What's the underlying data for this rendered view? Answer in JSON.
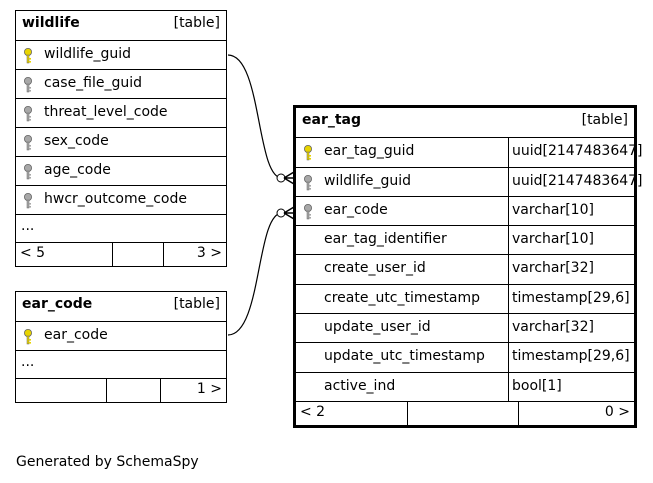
{
  "tables": {
    "wildlife": {
      "name": "wildlife",
      "kind": "[table]",
      "columns": [
        {
          "name": "wildlife_guid",
          "key": "primary"
        },
        {
          "name": "case_file_guid",
          "key": "foreign"
        },
        {
          "name": "threat_level_code",
          "key": "foreign"
        },
        {
          "name": "sex_code",
          "key": "foreign"
        },
        {
          "name": "age_code",
          "key": "foreign"
        },
        {
          "name": "hwcr_outcome_code",
          "key": "foreign"
        }
      ],
      "ellipsis": "...",
      "footer_left": "< 5",
      "footer_right": "3 >"
    },
    "ear_code": {
      "name": "ear_code",
      "kind": "[table]",
      "columns": [
        {
          "name": "ear_code",
          "key": "primary"
        }
      ],
      "ellipsis": "...",
      "footer_right": "1 >"
    },
    "ear_tag": {
      "name": "ear_tag",
      "kind": "[table]",
      "columns": [
        {
          "name": "ear_tag_guid",
          "type": "uuid[2147483647]",
          "key": "primary"
        },
        {
          "name": "wildlife_guid",
          "type": "uuid[2147483647]",
          "key": "foreign"
        },
        {
          "name": "ear_code",
          "type": "varchar[10]",
          "key": "foreign"
        },
        {
          "name": "ear_tag_identifier",
          "type": "varchar[10]",
          "key": "none"
        },
        {
          "name": "create_user_id",
          "type": "varchar[32]",
          "key": "none"
        },
        {
          "name": "create_utc_timestamp",
          "type": "timestamp[29,6]",
          "key": "none"
        },
        {
          "name": "update_user_id",
          "type": "varchar[32]",
          "key": "none"
        },
        {
          "name": "update_utc_timestamp",
          "type": "timestamp[29,6]",
          "key": "none"
        },
        {
          "name": "active_ind",
          "type": "bool[1]",
          "key": "none"
        }
      ],
      "footer_left": "< 2",
      "footer_right": "0 >"
    }
  },
  "key_colors": {
    "primary": "#e8d400",
    "foreign": "#a8a8a8"
  },
  "credit": "Generated by SchemaSpy"
}
